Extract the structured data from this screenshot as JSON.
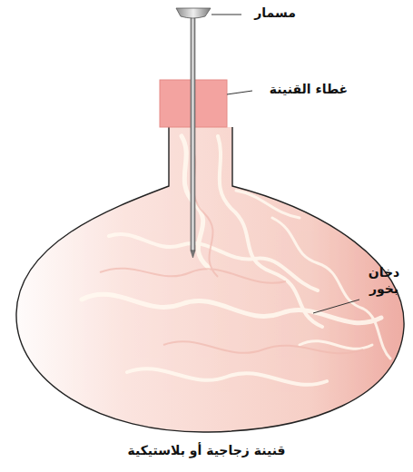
{
  "diagram": {
    "caption": "قنينة زجاجية أو بلاستيكية",
    "labels": [
      "مسمار",
      "غطاء القنينة",
      "دخان بخور"
    ]
  }
}
